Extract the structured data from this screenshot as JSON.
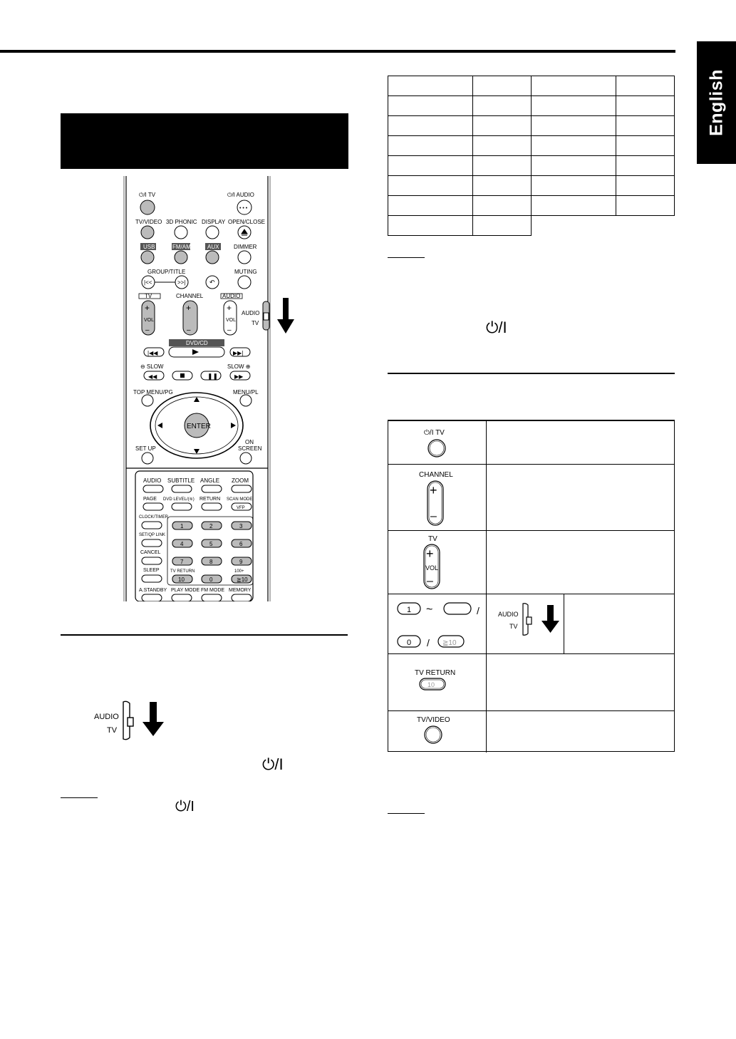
{
  "side_tab": {
    "label": "English"
  },
  "remote": {
    "power_tv": "⏻/I TV",
    "power_audio": "⏻/I AUDIO",
    "tv_video": "TV/VIDEO",
    "phonic": "3D PHONIC",
    "display": "DISPLAY",
    "open_close": "OPEN/CLOSE",
    "usb": "USB",
    "fm_am": "FM/AM",
    "aux": "AUX",
    "dimmer": "DIMMER",
    "group_title": "GROUP/TITLE",
    "muting": "MUTING",
    "tv": "TV",
    "channel": "CHANNEL",
    "audio": "AUDIO",
    "vol": "VOL",
    "switch_audio": "AUDIO",
    "switch_tv": "TV",
    "dvd_cd": "DVD/CD",
    "slow_minus": "⊖ SLOW",
    "slow_plus": "SLOW ⊕",
    "top_menu": "TOP MENU/PG",
    "menu_pl": "MENU/PL",
    "enter": "ENTER",
    "set_up": "SET UP",
    "on": "ON",
    "screen": "SCREEN",
    "audio2": "AUDIO",
    "subtitle": "SUBTITLE",
    "angle": "ANGLE",
    "zoom": "ZOOM",
    "page": "PAGE",
    "dvd_level": "DVD LEVEL/(≋)",
    "return": "RETURN",
    "scan_mode": "SCAN MODE",
    "vfp": "VFP",
    "clock_timer": "CLOCK/TIMER",
    "set_qp": "SET/QP LINK",
    "cancel": "CANCEL",
    "sleep": "SLEEP",
    "tv_return": "TV RETURN",
    "hundred": "100+",
    "a_standby": "A.STANDBY",
    "play_mode": "PLAY MODE",
    "fm_mode": "FM MODE",
    "memory": "MEMORY",
    "digits": [
      "1",
      "2",
      "3",
      "4",
      "5",
      "6",
      "7",
      "8",
      "9",
      "10",
      "0",
      "≧10"
    ]
  },
  "left_section": {
    "switch_audio": "AUDIO",
    "switch_tv": "TV",
    "power_symbol": "⏻/I",
    "power_symbol_note": "⏻/I"
  },
  "right_section": {
    "power_symbol": "⏻/I"
  },
  "ops_table": {
    "power_tv": "⏻/I TV",
    "channel": "CHANNEL",
    "tv": "TV",
    "vol": "VOL",
    "digit_one": "1",
    "tilde": "~",
    "slash1": "/",
    "digit_zero": "0",
    "slash2": "/",
    "digit_ge10": "≧10",
    "switch_audio": "AUDIO",
    "switch_tv": "TV",
    "tv_return": "TV RETURN",
    "ten": "10",
    "tv_video": "TV/VIDEO"
  }
}
